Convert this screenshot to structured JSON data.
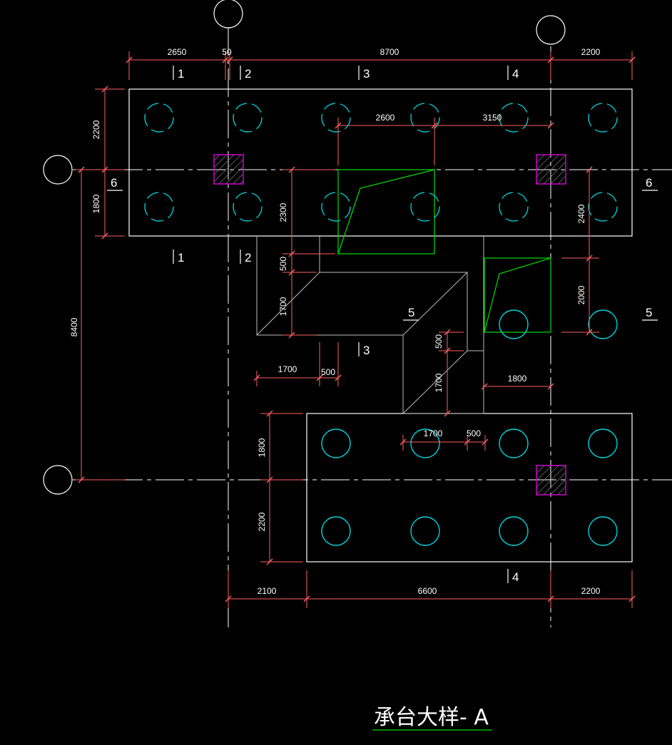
{
  "title": "承台大样- A",
  "dimensions": {
    "top": [
      "2650",
      "50",
      "8700",
      "2200"
    ],
    "bottom": [
      "2100",
      "6600",
      "2200"
    ],
    "left_outer": "8400",
    "left_upper": [
      "2200",
      "1800"
    ],
    "left_lower": [
      "1800",
      "2200"
    ],
    "inner_top": [
      "2600",
      "3150"
    ],
    "inner_left_vertical": "2300",
    "right_vertical": [
      "2400",
      "2000"
    ],
    "slope_left_vertical": [
      "500",
      "1700"
    ],
    "slope_left_horizontal": [
      "1700",
      "500"
    ],
    "slope_center_vertical": [
      "500",
      "1700"
    ],
    "center_horizontal": "1800",
    "lower_inner_horizontal": [
      "1700",
      "500"
    ]
  },
  "section_marks": {
    "top": [
      "1",
      "2",
      "3",
      "4"
    ],
    "mid_left": [
      "1",
      "2"
    ],
    "mid_center": [
      "3",
      "5"
    ],
    "right": [
      "6",
      "5"
    ],
    "left": "6",
    "bottom": "4"
  },
  "colors": {
    "background": "#000000",
    "outline": "#ffffff",
    "dimension": "#ff6060",
    "pile_dashed": "#00c8d2",
    "pile": "#00d2dc",
    "column": "#d000d0",
    "pit": "#00dd00",
    "title_underline": "#00dd00"
  }
}
